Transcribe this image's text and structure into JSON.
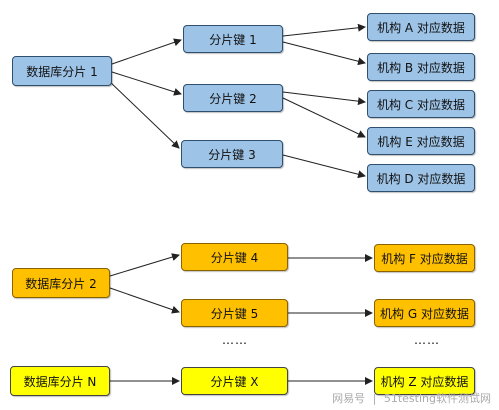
{
  "shards": {
    "db1": "数据库分片 1",
    "db2": "数据库分片 2",
    "dbN": "数据库分片 N"
  },
  "keys": {
    "k1": "分片键 1",
    "k2": "分片键 2",
    "k3": "分片键 3",
    "k4": "分片键 4",
    "k5": "分片键 5",
    "kx": "分片键 X"
  },
  "orgs": {
    "a": "机构 A 对应数据",
    "b": "机构 B 对应数据",
    "c": "机构 C 对应数据",
    "e": "机构 E 对应数据",
    "d": "机构 D 对应数据",
    "f": "机构 F 对应数据",
    "g": "机构 G 对应数据",
    "z": "机构 Z 对应数据"
  },
  "ellipsis": {
    "keys": "……",
    "orgs": "……"
  },
  "watermark": {
    "site": "网易号",
    "separator": "|",
    "account": "51testing软件测试网"
  },
  "colors": {
    "group1": "#9dc3e6",
    "group2": "#ffc000",
    "groupN": "#ffff00",
    "arrow": "#222222"
  }
}
